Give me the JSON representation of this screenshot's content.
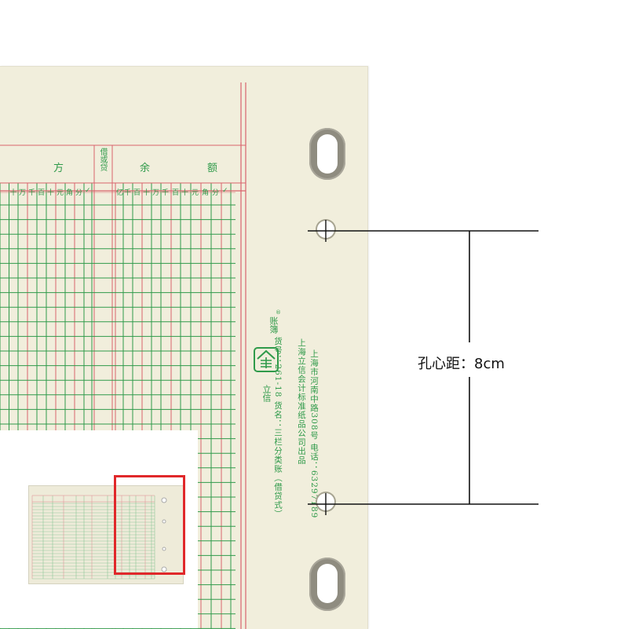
{
  "header": {
    "fang": "方",
    "yu": "余",
    "e": "额",
    "jie_huo_dai": "借或贷",
    "digits_left": [
      "十",
      "万",
      "千",
      "百",
      "十",
      "元",
      "角",
      "分",
      "✓"
    ],
    "digits_right": [
      "亿",
      "千",
      "百",
      "十",
      "万",
      "千",
      "百",
      "十",
      "元",
      "角",
      "分",
      "✓"
    ]
  },
  "imprint": {
    "line1": "货号：261-18  货名：三栏分类账（借贷式）",
    "line2": "上海立信会计标准纸品公司出品",
    "line3": "上海市河南中路308号  电话：63297189",
    "brand_left": "立信",
    "brand_right": "账簿",
    "registered": "®"
  },
  "measurement": {
    "caption": "孔心距：8cm"
  },
  "colors": {
    "paper": "#f1eedc",
    "green_rule": "#2f9a4a",
    "red_rule": "#d9646d",
    "highlight": "#e0282a"
  },
  "icons": {
    "logo": "lixin-logo-icon"
  }
}
